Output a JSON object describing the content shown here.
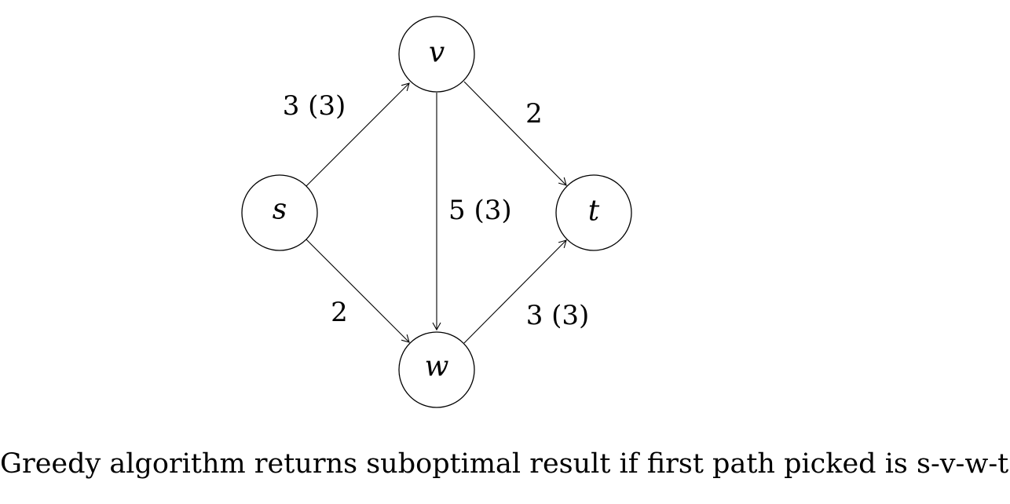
{
  "nodes": {
    "s": {
      "label": "s"
    },
    "v": {
      "label": "v"
    },
    "t": {
      "label": "t"
    },
    "w": {
      "label": "w"
    }
  },
  "edges": {
    "s_v": {
      "from": "s",
      "to": "v",
      "label": "3 (3)"
    },
    "v_t": {
      "from": "v",
      "to": "t",
      "label": "2"
    },
    "v_w": {
      "from": "v",
      "to": "w",
      "label": "5 (3)"
    },
    "s_w": {
      "from": "s",
      "to": "w",
      "label": "2"
    },
    "w_t": {
      "from": "w",
      "to": "t",
      "label": "3 (3)"
    }
  },
  "caption": "Greedy algorithm returns suboptimal result if first path picked is s-v-w-t."
}
